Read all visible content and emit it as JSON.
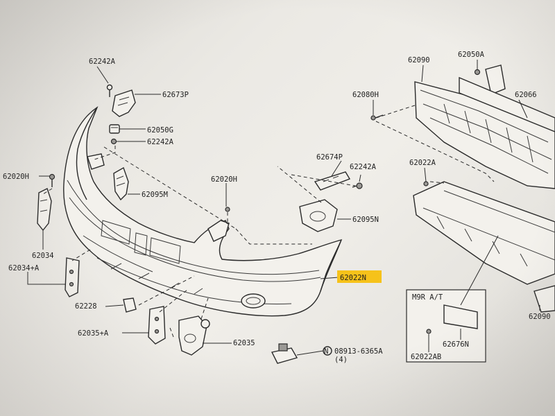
{
  "labels": {
    "l62242A_top": "62242A",
    "l62673P": "62673P",
    "l62050G": "62050G",
    "l62242A_mid": "62242A",
    "l62020H_left": "62020H",
    "l62095M": "62095M",
    "l62034": "62034",
    "l62034A": "62034+A",
    "l62228": "62228",
    "l62035A": "62035+A",
    "l62035": "62035",
    "l62020H_mid": "62020H",
    "l62674P": "62674P",
    "l62242A_right": "62242A",
    "l62095N": "62095N",
    "l62022N": "62022N",
    "l08913": "08913-6365A",
    "l08913_qty": "(4)",
    "l08913_prefix": "N",
    "l62080H": "62080H",
    "l62090_top": "62090",
    "l62050A": "62050A",
    "l62066": "62066",
    "l62022A": "62022A",
    "l62090_bottom": "62090",
    "l_m9r": "M9R A/T",
    "l62676N": "62676N",
    "l62022AB": "62022AB"
  },
  "colors": {
    "highlight": "#f6c21a",
    "line": "#2a2a2a",
    "paper": "#f0eee9"
  }
}
